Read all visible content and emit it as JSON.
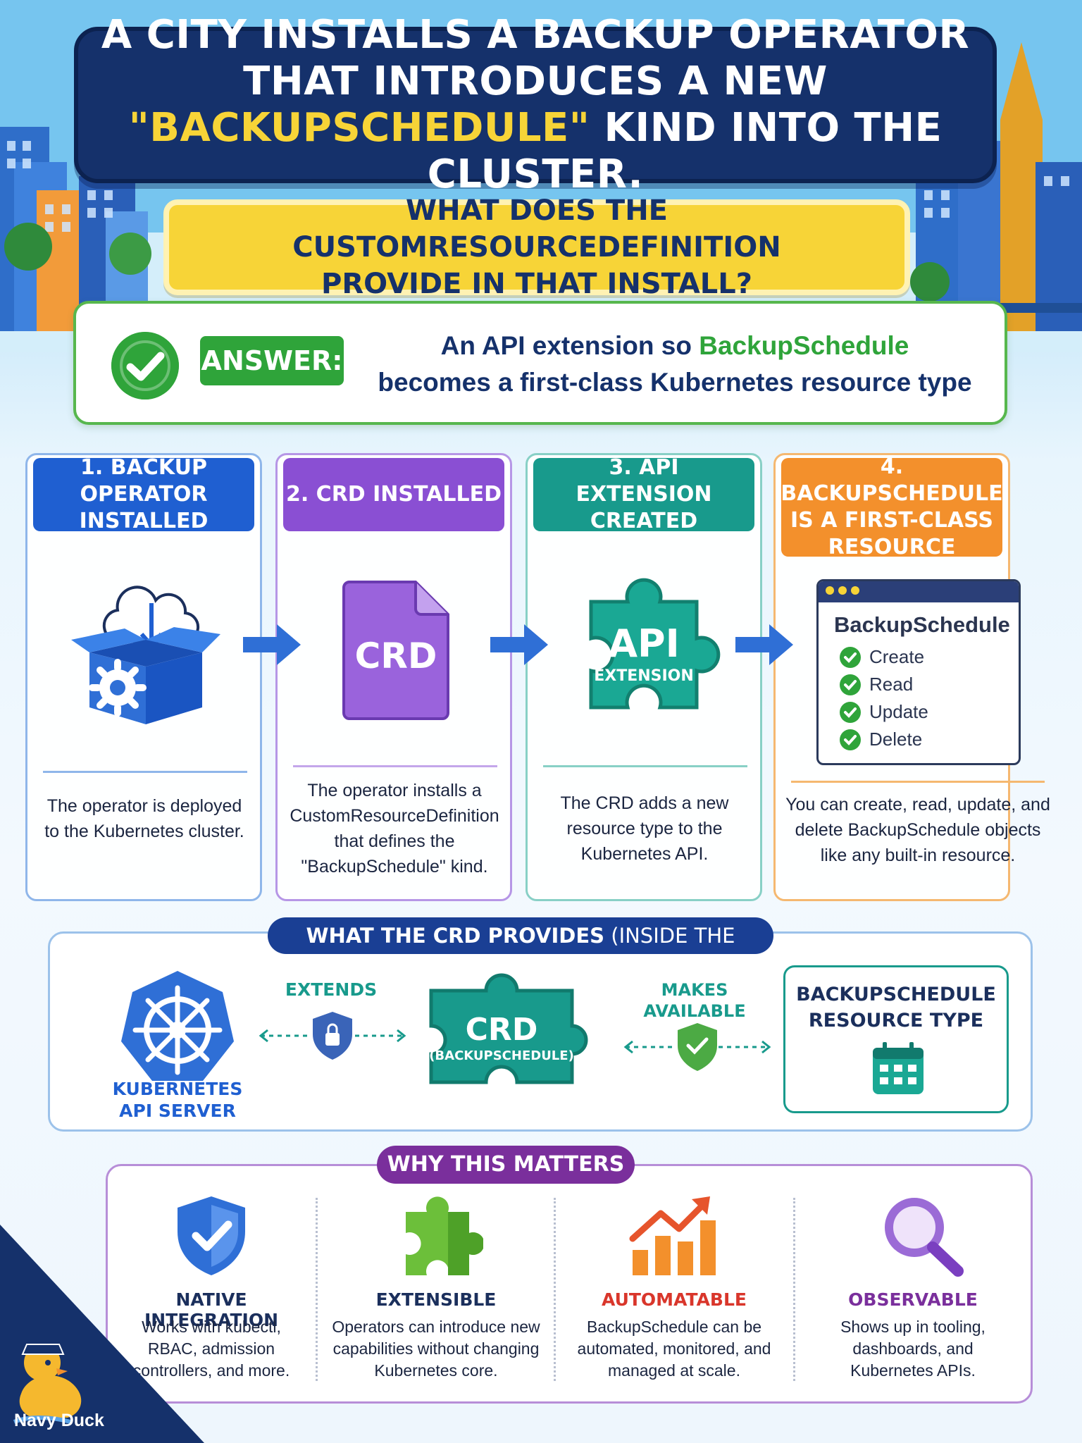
{
  "header": {
    "title_line1": "A CITY INSTALLS A BACKUP OPERATOR",
    "title_line2": "THAT INTRODUCES A NEW",
    "title_line3_highlight": "\"BACKUPSCHEDULE\"",
    "title_line3_rest": " KIND INTO THE CLUSTER."
  },
  "question": {
    "line1": "WHAT DOES THE CUSTOMRESOURCEDEFINITION",
    "line2": "PROVIDE IN THAT INSTALL?"
  },
  "answer": {
    "badge": "ANSWER:",
    "line1_pre": "An API extension so ",
    "line1_highlight": "BackupSchedule",
    "line2": "becomes a first-class Kubernetes resource type"
  },
  "steps": [
    {
      "title": "1. BACKUP OPERATOR INSTALLED",
      "color": "#1f5fd1",
      "icon": "box-gear-icon",
      "desc": "The operator is deployed to the Kubernetes cluster."
    },
    {
      "title": "2. CRD INSTALLED",
      "color": "#8a4fd3",
      "icon": "crd-document-icon",
      "icon_text": "CRD",
      "desc": "The operator installs a CustomResourceDefinition that defines the \"BackupSchedule\" kind."
    },
    {
      "title": "3. API EXTENSION CREATED",
      "color": "#189a8c",
      "icon": "api-puzzle-icon",
      "icon_text_main": "API",
      "icon_text_sub": "EXTENSION",
      "desc": "The CRD adds a new resource type to the Kubernetes API."
    },
    {
      "title": "4. BACKUPSCHEDULE IS A FIRST-CLASS RESOURCE",
      "color": "#f3902c",
      "icon": "resource-window-icon",
      "desc": "You can create, read, update, and delete BackupSchedule objects like any built-in resource."
    }
  ],
  "resource_window": {
    "title": "BackupSchedule",
    "operations": [
      "Create",
      "Read",
      "Update",
      "Delete"
    ]
  },
  "provides": {
    "title_main": "WHAT THE CRD PROVIDES",
    "title_sub": " (INSIDE THE CLUSTER)",
    "api_server_label_1": "KUBERNETES",
    "api_server_label_2": "API SERVER",
    "extends_label": "EXTENDS",
    "crd_main": "CRD",
    "crd_sub": "(BACKUPSCHEDULE)",
    "makes_available_1": "MAKES",
    "makes_available_2": "AVAILABLE",
    "resource_type_1": "BACKUPSCHEDULE",
    "resource_type_2": "RESOURCE TYPE"
  },
  "why": {
    "title": "WHY THIS MATTERS",
    "items": [
      {
        "title": "NATIVE INTEGRATION",
        "color": "#1f5fd1",
        "icon": "shield-check-icon",
        "desc": "Works with kubectl, RBAC, admission controllers, and more."
      },
      {
        "title": "EXTENSIBLE",
        "color": "#1b2f5c",
        "icon": "puzzle-piece-icon",
        "desc": "Operators can introduce new capabilities without changing Kubernetes core."
      },
      {
        "title": "AUTOMATABLE",
        "color": "#d9362b",
        "icon": "growth-chart-icon",
        "desc": "BackupSchedule can be automated, monitored, and managed at scale."
      },
      {
        "title": "OBSERVABLE",
        "color": "#7a2f9c",
        "icon": "magnifier-icon",
        "desc": "Shows up in tooling, dashboards, and Kubernetes APIs."
      }
    ]
  },
  "brand": {
    "name": "Navy Duck"
  }
}
